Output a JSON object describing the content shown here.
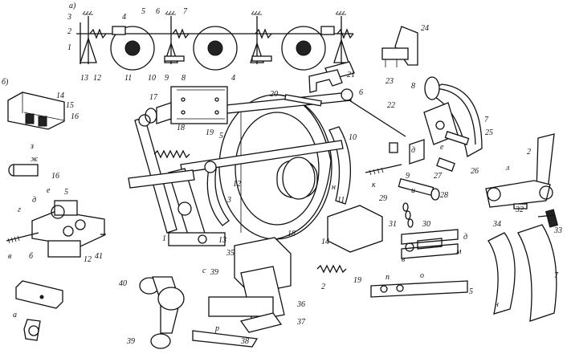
{
  "panel_labels": {
    "a": "а)",
    "b": "б)"
  },
  "labels_a": [
    "3",
    "4",
    "5",
    "6",
    "7",
    "2",
    "1",
    "13",
    "12",
    "11",
    "10",
    "9",
    "8"
  ],
  "labels_b": [
    "24",
    "23",
    "14",
    "15",
    "16",
    "4",
    "17",
    "18",
    "19",
    "20",
    "21",
    "22",
    "6",
    "8",
    "7",
    "25",
    "26",
    "27",
    "10",
    "9",
    "5",
    "12",
    "3",
    "11",
    "29",
    "28",
    "2",
    "16",
    "1",
    "13",
    "35",
    "39",
    "14",
    "31",
    "30",
    "18",
    "19",
    "2",
    "40",
    "36",
    "37",
    "39",
    "38",
    "34",
    "33",
    "7",
    "32",
    "5",
    "41",
    "12"
  ],
  "letters": {
    "z": "з",
    "zh": "ж",
    "g": "г",
    "d": "д",
    "e": "е",
    "v": "в",
    "b": "б",
    "a": "а",
    "i": "и",
    "k": "к",
    "l": "л",
    "m": "м",
    "n": "н",
    "o": "о",
    "p": "п",
    "s": "с",
    "r": "р",
    "d2": "д",
    "v2": "в",
    "n2": "н",
    "d3": "д",
    "e2": "е"
  }
}
